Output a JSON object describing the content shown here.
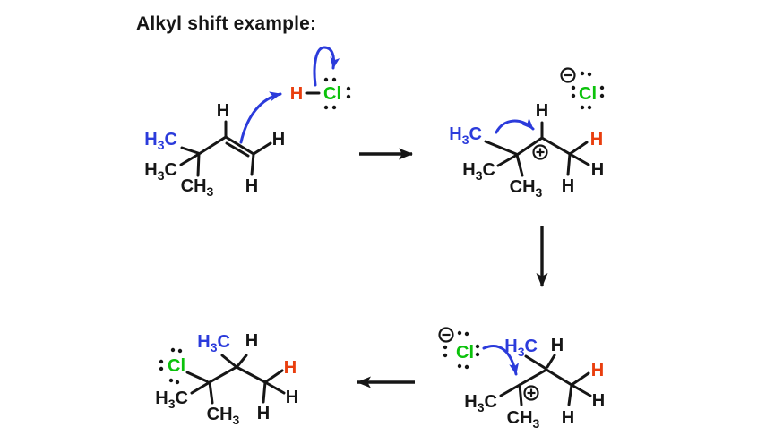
{
  "title": "Alkyl shift example:",
  "colors": {
    "carbon_black": "#161616",
    "highlight_blue": "#2b3bdb",
    "highlight_red": "#e93e0e",
    "chlorine_green": "#0bc20b",
    "background": "#ffffff"
  },
  "symbols": {
    "h": "H",
    "c": "C",
    "cl": "Cl",
    "sub3": "3"
  },
  "icons": {
    "positive_charge": "circled-plus",
    "negative_charge": "circled-minus",
    "lone_pair": "electron-dot-pair",
    "curved_arrow": "electron-pushing-arrow",
    "reaction_arrow": "straight-arrow"
  }
}
